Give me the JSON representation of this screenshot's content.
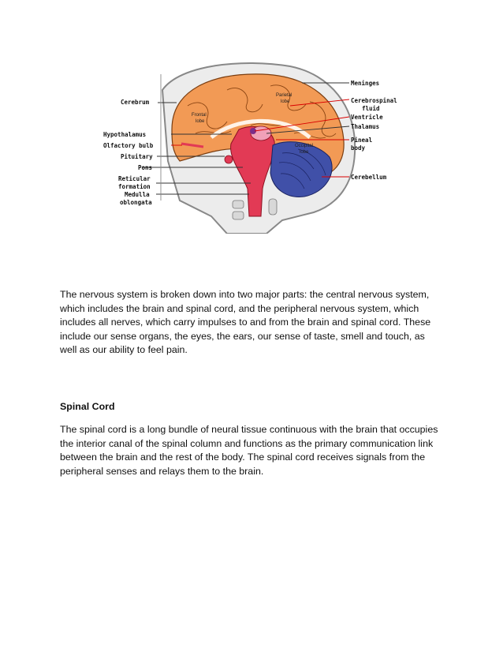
{
  "figure": {
    "labels_left": {
      "cerebrum": "Cerebrum",
      "hypothalamus": "Hypothalamus",
      "olfactory_bulb": "Olfactory bulb",
      "pituitary": "Pituitary",
      "pons": "Pons",
      "reticular": "Reticular",
      "formation": "formation",
      "medulla": "Medulla",
      "oblongata": "oblongata"
    },
    "labels_right": {
      "meninges": "Meninges",
      "csf_1": "Cerebrospinal",
      "csf_2": "fluid",
      "ventricle": "Ventricle",
      "thalamus": "Thalamus",
      "pineal_1": "Pineal",
      "pineal_2": "body",
      "cerebellum": "Cerebellum"
    },
    "labels_inner": {
      "parietal_1": "Parietal",
      "parietal_2": "lobe",
      "frontal_1": "Frontal",
      "frontal_2": "lobe",
      "occipital_1": "Occipital",
      "occipital_2": "lobe"
    },
    "colors": {
      "cortex": "#f29a55",
      "brainstem": "#e23a55",
      "cerebellum": "#4050a8",
      "skull": "#cfcfcf",
      "pointer_red": "#d90000"
    }
  },
  "body": {
    "intro": "The nervous system is broken down into two major parts: the central nervous system, which includes the brain and spinal cord, and the peripheral nervous system, which includes all nerves, which carry impulses to and from the brain and spinal cord. These include our sense organs, the eyes, the ears, our sense of taste, smell and touch, as well as our ability to feel pain.",
    "spinal_heading": "Spinal Cord",
    "spinal_text": "The spinal cord is a long bundle of neural tissue continuous with the brain that occupies the interior canal of the spinal column and functions as the primary communication link between the brain and the rest of the body. The spinal cord receives signals from the peripheral senses and relays them to the brain."
  }
}
